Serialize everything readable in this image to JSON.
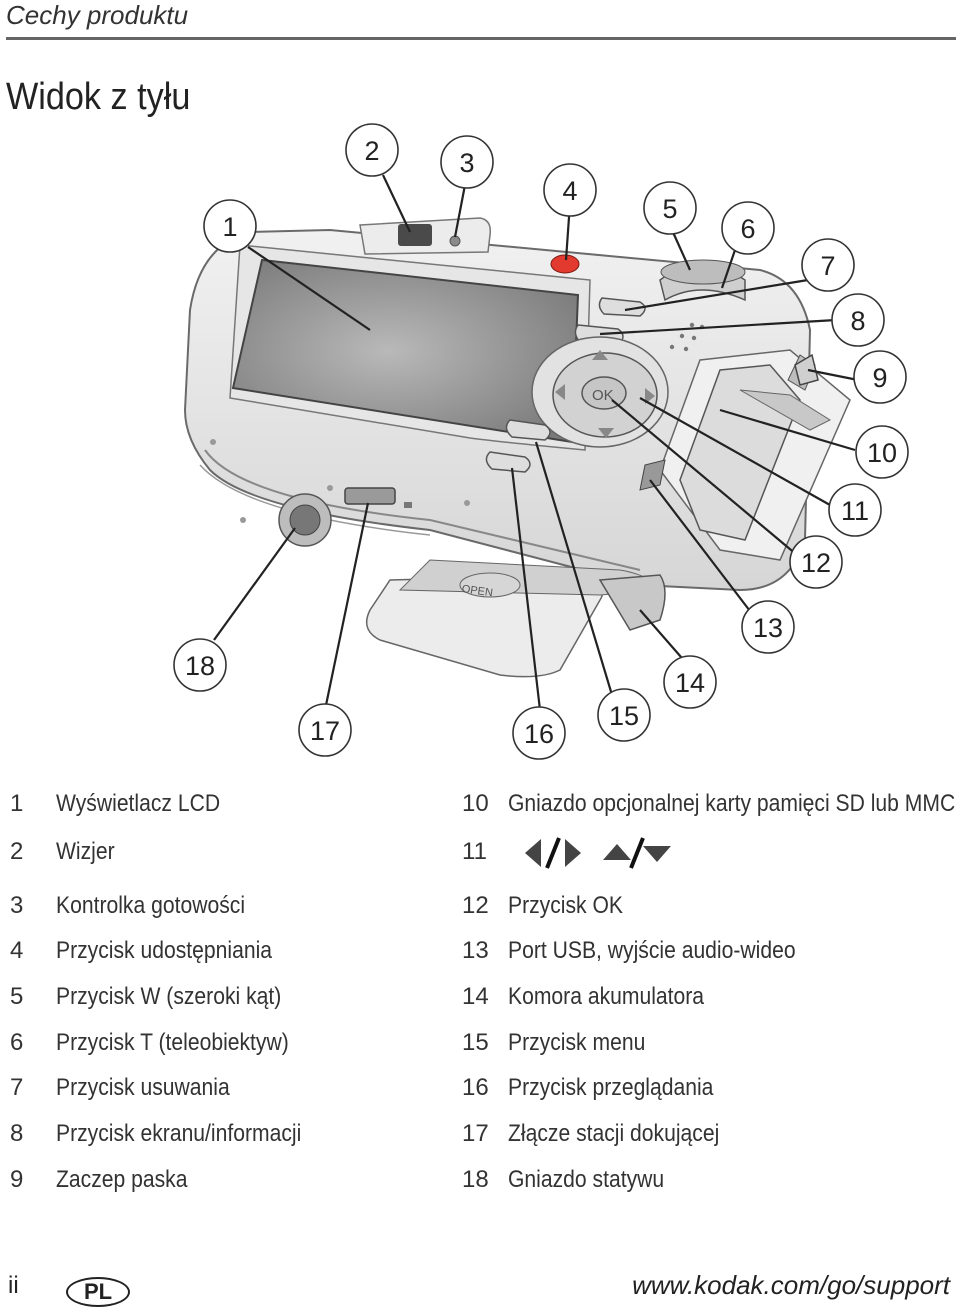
{
  "header": {
    "section_title": "Cechy produktu"
  },
  "page": {
    "heading": "Widok z tyłu"
  },
  "diagram": {
    "callouts": [
      "1",
      "2",
      "3",
      "4",
      "5",
      "6",
      "7",
      "8",
      "9",
      "10",
      "11",
      "12",
      "13",
      "14",
      "15",
      "16",
      "17",
      "18"
    ],
    "printed": {
      "ok_label": "OK",
      "open_label": "OPEN"
    }
  },
  "legend": {
    "left": [
      {
        "num": "1",
        "label": "Wyświetlacz LCD"
      },
      {
        "num": "2",
        "label": "Wizjer"
      },
      {
        "num": "3",
        "label": "Kontrolka gotowości"
      },
      {
        "num": "4",
        "label": "Przycisk udostępniania"
      },
      {
        "num": "5",
        "label": "Przycisk W (szeroki kąt)"
      },
      {
        "num": "6",
        "label": "Przycisk T (teleobiektyw)"
      },
      {
        "num": "7",
        "label": "Przycisk usuwania"
      },
      {
        "num": "8",
        "label": "Przycisk ekranu/informacji"
      },
      {
        "num": "9",
        "label": "Zaczep paska"
      }
    ],
    "right": [
      {
        "num": "10",
        "label": "Gniazdo opcjonalnej karty pamięci SD lub MMC"
      },
      {
        "num": "11",
        "label": "",
        "icons": [
          "left-arrow-icon",
          "right-arrow-icon",
          "up-arrow-icon",
          "down-arrow-icon"
        ]
      },
      {
        "num": "12",
        "label": "Przycisk OK"
      },
      {
        "num": "13",
        "label": "Port USB, wyjście audio-wideo"
      },
      {
        "num": "14",
        "label": "Komora akumulatora"
      },
      {
        "num": "15",
        "label": "Przycisk menu"
      },
      {
        "num": "16",
        "label": "Przycisk przeglądania"
      },
      {
        "num": "17",
        "label": "Złącze stacji dokującej"
      },
      {
        "num": "18",
        "label": "Gniazdo statywu"
      }
    ]
  },
  "footer": {
    "page_number": "ii",
    "language": "PL",
    "url": "www.kodak.com/go/support"
  },
  "colors": {
    "share_button": "#e23a2e",
    "lcd_screen": "#8a8a8a",
    "body_outline": "#6a6a6a"
  }
}
